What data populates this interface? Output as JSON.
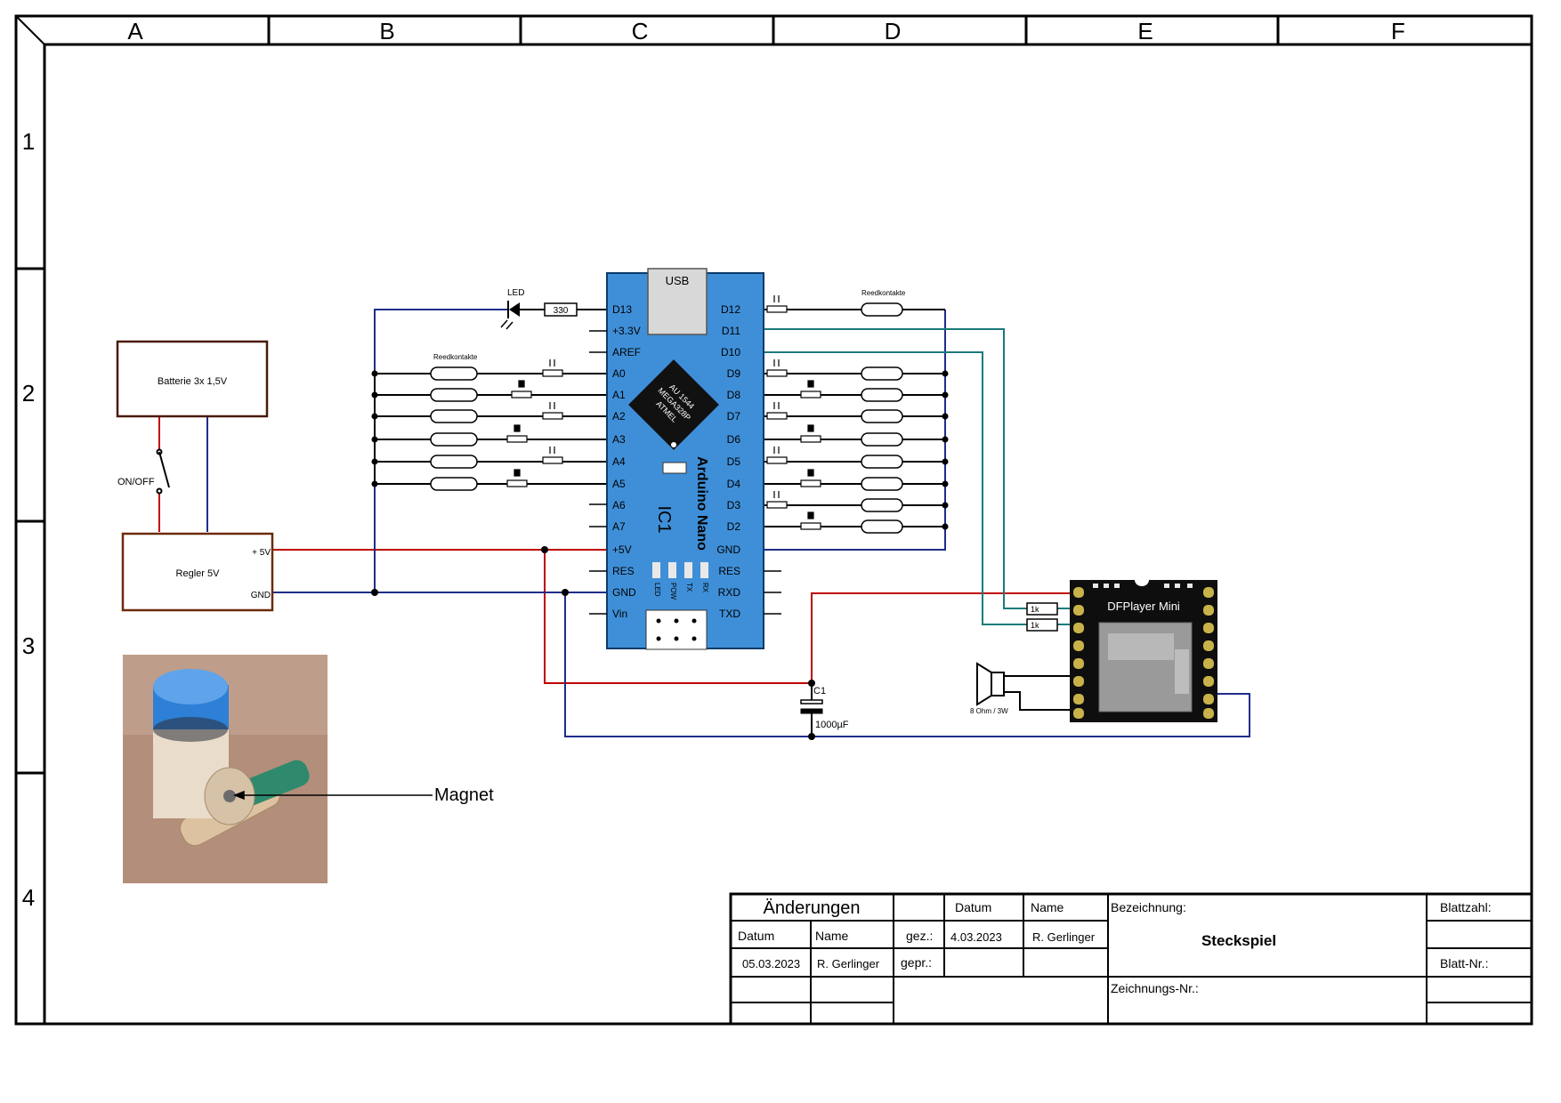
{
  "frame": {
    "columns": [
      "A",
      "B",
      "C",
      "D",
      "E",
      "F"
    ],
    "rows": [
      "1",
      "2",
      "3",
      "4"
    ]
  },
  "components": {
    "battery": "Batterie 3x 1,5V",
    "switch": "ON/OFF",
    "regulator": "Regler 5V",
    "regulator_plus": "+ 5V",
    "regulator_gnd": "GND",
    "led": "LED",
    "led_resistor": "330",
    "reed_left": "Reedkontakte",
    "reed_right": "Reedkontakte",
    "nano_usb": "USB",
    "nano_name": "Arduino Nano",
    "nano_ref": "IC1",
    "nano_chip": [
      "AU 1544",
      "MEGA328P",
      "ATMEL"
    ],
    "nano_leds": [
      "LED",
      "POW",
      "TX",
      "RX"
    ],
    "capacitor_ref": "C1",
    "capacitor_value": "1000µF",
    "speaker": "8 Ohm / 3W",
    "dfplayer": "DFPlayer Mini",
    "resistor_1k_a": "1k",
    "resistor_1k_b": "1k",
    "magnet": "Magnet"
  },
  "nano_pins_left": [
    "D13",
    "+3.3V",
    "AREF",
    "A0",
    "A1",
    "A2",
    "A3",
    "A4",
    "A5",
    "A6",
    "A7",
    "+5V",
    "RES",
    "GND",
    "Vin"
  ],
  "nano_pins_right": [
    "D12",
    "D11",
    "D10",
    "D9",
    "D8",
    "D7",
    "D6",
    "D5",
    "D4",
    "D3",
    "D2",
    "GND",
    "RES",
    "RXD",
    "TXD"
  ],
  "title_block": {
    "changes_header": "Änderungen",
    "datum_label": "Datum",
    "name_label": "Name",
    "change_date": "05.03.2023",
    "change_name": "R. Gerlinger",
    "gez_label": "gez.:",
    "gepr_label": "gepr.:",
    "datum_header": "Datum",
    "name_header": "Name",
    "drawn_date": "4.03.2023",
    "drawn_name": "R. Gerlinger",
    "bezeichnung_label": "Bezeichnung:",
    "bezeichnung_value": "Steckspiel",
    "zeichnungsnr_label": "Zeichnungs-Nr.:",
    "blattzahl_label": "Blattzahl:",
    "blattnr_label": "Blatt-Nr.:"
  },
  "colors": {
    "line": "#000000",
    "wire_red": "#c00000",
    "wire_blue": "#1f2d8a",
    "wire_teal": "#1b7a7a",
    "nano_board": "#3f8fd8",
    "box_brown": "#6b2a0a"
  }
}
